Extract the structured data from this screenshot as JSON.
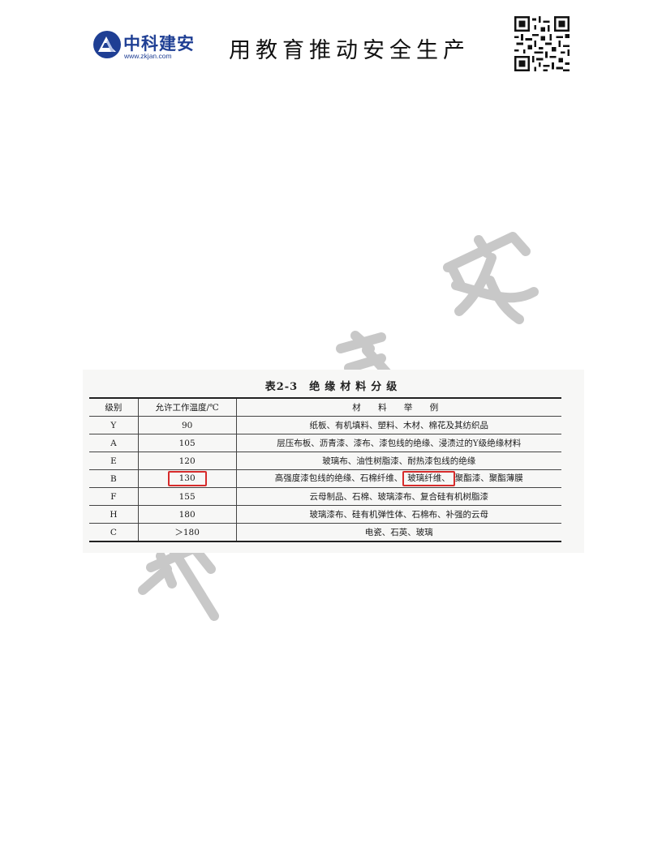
{
  "header": {
    "logo_name": "中科建安",
    "logo_url": "www.zkjan.com",
    "slogan": "用教育推动安全生产",
    "qr_icon": "qr-code-icon"
  },
  "watermark": {
    "text": "中 科 建 安",
    "color": "#c8c8c8"
  },
  "table": {
    "number": "表2-3",
    "title": "绝缘材料分级",
    "columns": [
      "级别",
      "允许工作温度/℃",
      "材 料 举 例"
    ],
    "rows": [
      {
        "grade": "Y",
        "temp": "90",
        "example": "纸板、有机填料、塑料、木材、棉花及其纺织品"
      },
      {
        "grade": "A",
        "temp": "105",
        "example": "层压布板、沥青漆、漆布、漆包线的绝缘、浸渍过的Y级绝缘材料"
      },
      {
        "grade": "E",
        "temp": "120",
        "example": "玻璃布、油性树脂漆、耐热漆包线的绝缘"
      },
      {
        "grade": "B",
        "temp": "130",
        "example_pre": "高强度漆包线的绝缘、石棉纤维、",
        "example_highlight": "玻璃纤维、",
        "example_post": "聚酯漆、聚酯薄膜"
      },
      {
        "grade": "F",
        "temp": "155",
        "example": "云母制品、石棉、玻璃漆布、复合硅有机树脂漆"
      },
      {
        "grade": "H",
        "temp": "180",
        "example": "玻璃漆布、硅有机弹性体、石棉布、补强的云母"
      },
      {
        "grade": "C",
        "temp": "＞180",
        "example": "电瓷、石英、玻璃"
      }
    ]
  },
  "colors": {
    "brand": "#1f3f94",
    "highlight": "#d62b2b"
  }
}
